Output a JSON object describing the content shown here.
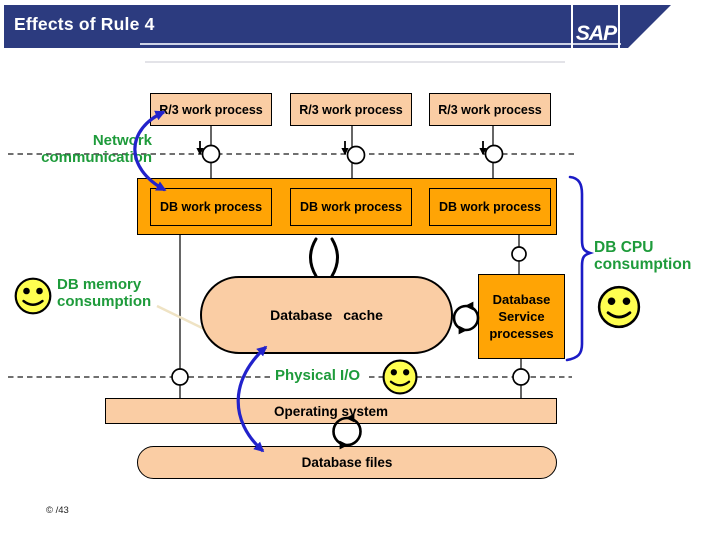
{
  "header": {
    "title": "Effects of Rule 4",
    "logo": "SAP"
  },
  "diagram": {
    "r3_processes": [
      "R/3 work process",
      "R/3 work process",
      "R/3 work process"
    ],
    "db_processes": [
      "DB work process",
      "DB work process",
      "DB work process"
    ],
    "labels": {
      "network_line1": "Network",
      "network_line2": "communication",
      "db_cpu_line1": "DB CPU",
      "db_cpu_line2": "consumption",
      "db_memory_line1": "DB memory",
      "db_memory_line2": "consumption",
      "physical_io": "Physical I/O"
    },
    "database_cache": "Database cache",
    "service_lines": [
      "Database",
      "Service",
      "processes"
    ],
    "operating_system": "Operating system",
    "database_files": "Database files"
  },
  "footer": {
    "page": "© /43"
  },
  "colors": {
    "header_blue": "#2C3B7F",
    "band_orange": "#FFA405",
    "box_peach": "#FACDA4",
    "label_green": "#1E9B3B",
    "arrow_blue": "#2222CB",
    "smiley_yellow": "#FFFF50"
  }
}
